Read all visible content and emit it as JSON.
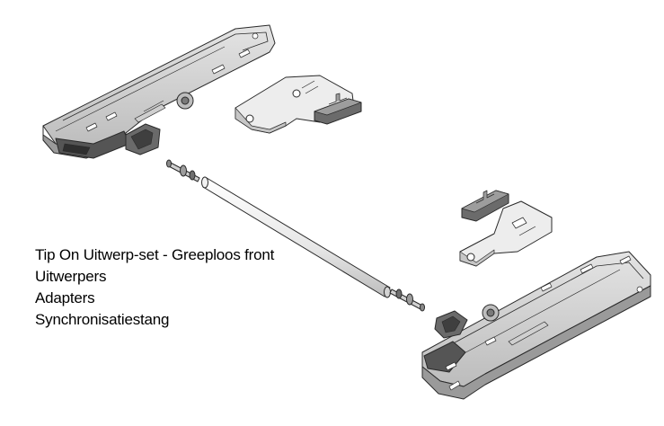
{
  "labels": {
    "title": "Tip On Uitwerp-set - Greeploos front",
    "item1": "Uitwerpers",
    "item2": "Adapters",
    "item3": "Synchronisatiestang"
  },
  "colors": {
    "outline": "#2a2a2a",
    "body_light": "#d7d7d7",
    "body_mid": "#a9a9a9",
    "body_dark": "#5c5c5c",
    "background": "#ffffff"
  },
  "parts": [
    "ejector-upper-left-icon",
    "adapter-plate-upper-icon",
    "sync-rod-icon",
    "connector-pin-left-icon",
    "connector-pin-right-icon",
    "adapter-plate-lower-icon",
    "ejector-lower-right-icon"
  ]
}
